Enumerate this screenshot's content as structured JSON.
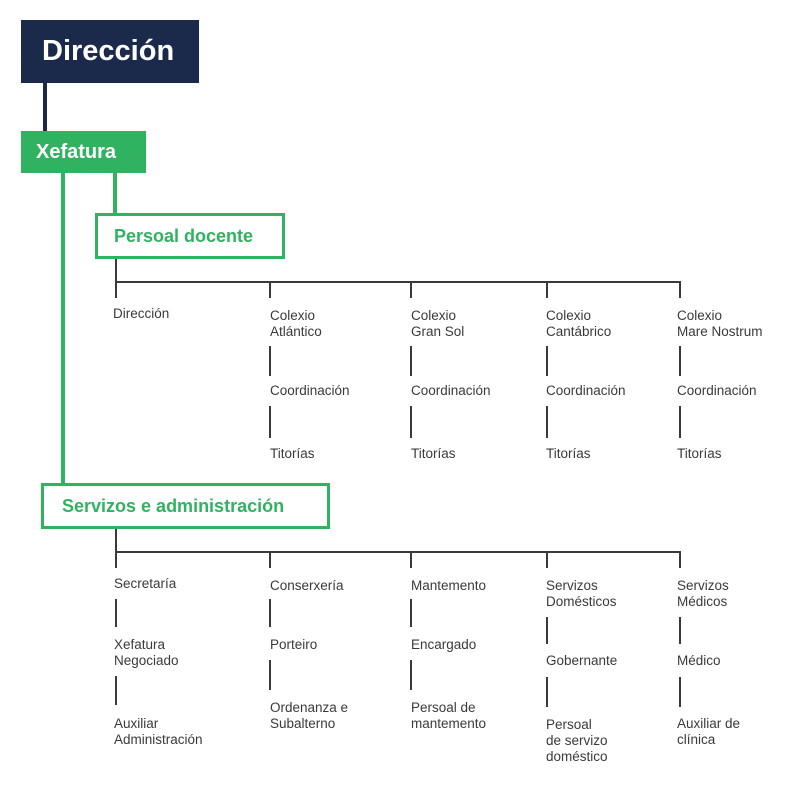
{
  "top": {
    "direccion": "Dirección",
    "xefatura": "Xefatura"
  },
  "persoal_docente": {
    "title": "Persoal docente",
    "columns": [
      {
        "items": [
          "Dirección"
        ]
      },
      {
        "items": [
          "Colexio\nAtlántico",
          "Coordinación",
          "Titorías"
        ]
      },
      {
        "items": [
          "Colexio\nGran Sol",
          "Coordinación",
          "Titorías"
        ]
      },
      {
        "items": [
          "Colexio\nCantábrico",
          "Coordinación",
          "Titorías"
        ]
      },
      {
        "items": [
          "Colexio\nMare Nostrum",
          "Coordinación",
          "Titorías"
        ]
      }
    ]
  },
  "servizos_administracion": {
    "title": "Servizos e administración",
    "columns": [
      {
        "items": [
          "Secretaría",
          "Xefatura\nNegociado",
          "Auxiliar\nAdministración"
        ]
      },
      {
        "items": [
          "Conserxería",
          "Porteiro",
          "Ordenanza e\nSubalterno"
        ]
      },
      {
        "items": [
          "Mantemento",
          "Encargado",
          "Persoal de\nmantemento"
        ]
      },
      {
        "items": [
          "Servizos\nDomésticos",
          "Gobernante",
          "Persoal\nde servizo\ndoméstico"
        ]
      },
      {
        "items": [
          "Servizos\nMédicos",
          "Médico",
          "Auxiliar de\nclínica"
        ]
      }
    ]
  },
  "colors": {
    "navy": "#1b2a4a",
    "green": "#2fb360",
    "text": "#3a3a3a"
  }
}
